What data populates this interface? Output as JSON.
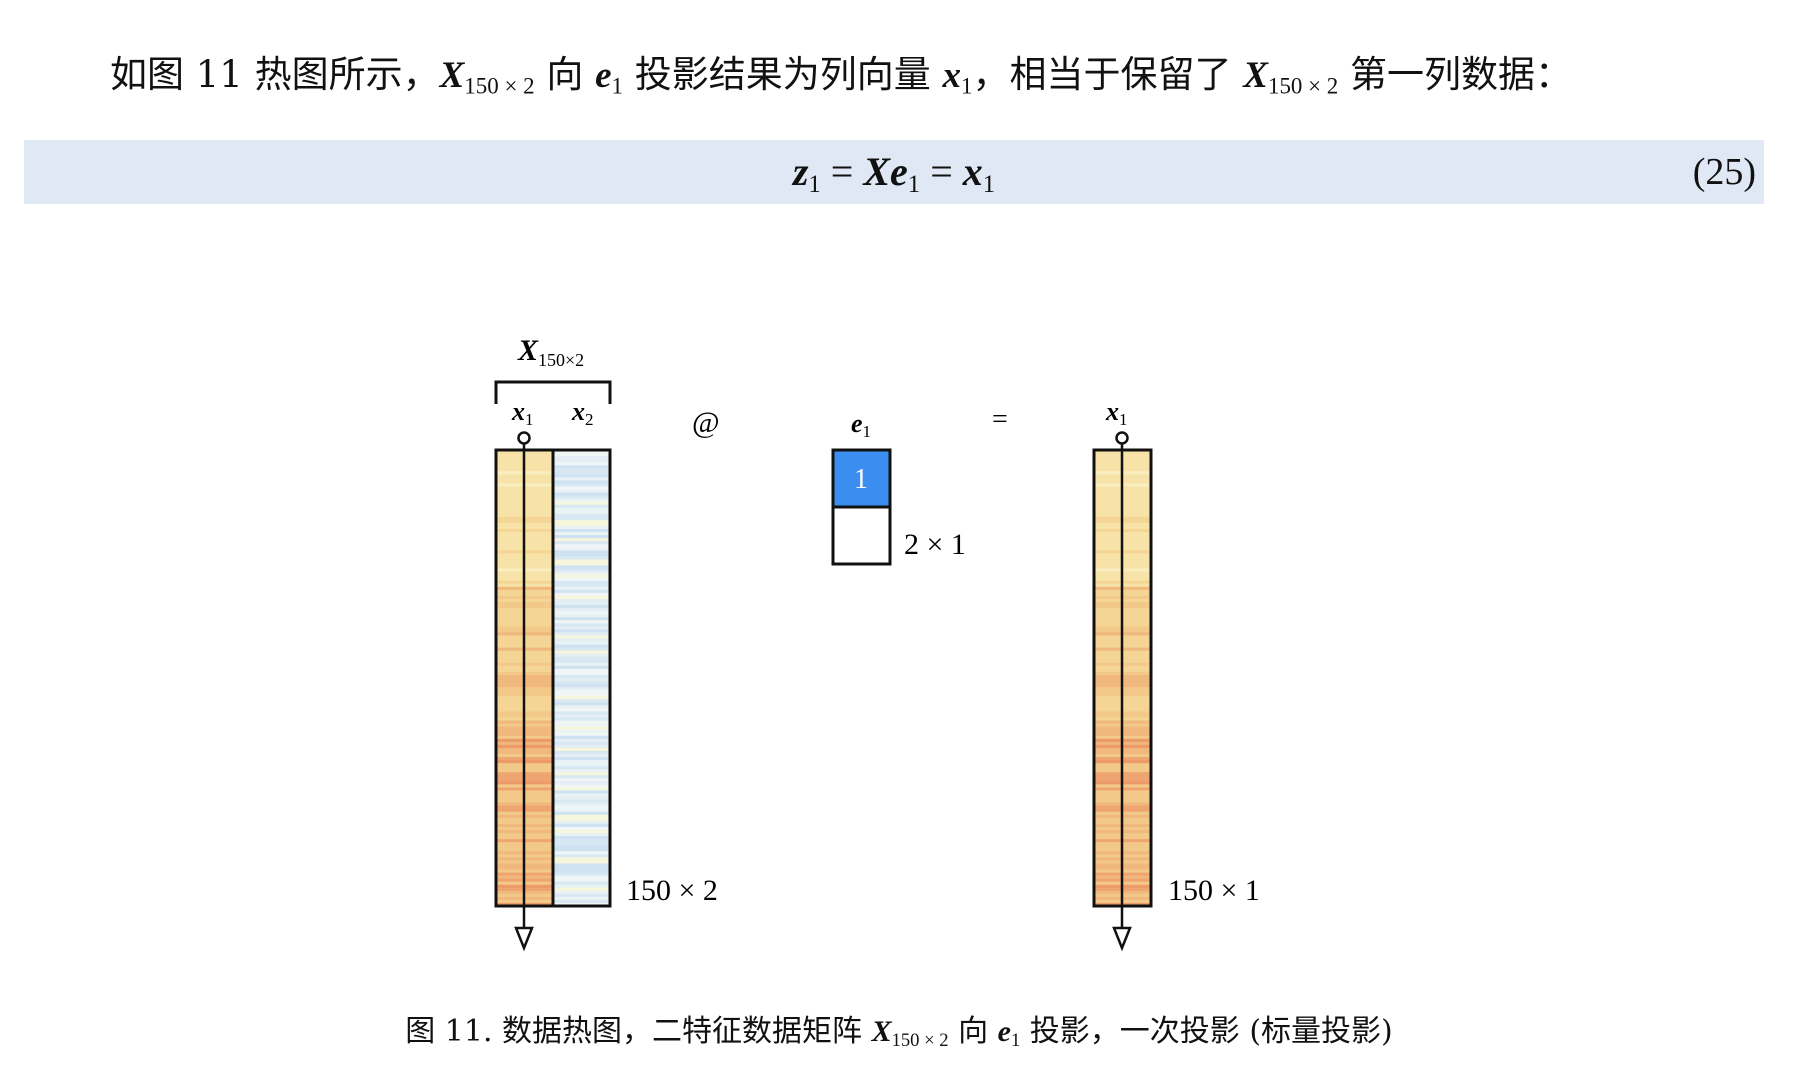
{
  "intro": {
    "part1": "如图 11 热图所示，",
    "matrix_symbol": "X",
    "matrix_sub": "150 × 2",
    "part2": " 向 ",
    "vector_symbol": "e",
    "vector_sub": "1",
    "part3": " 投影结果为列向量 ",
    "col_symbol": "x",
    "col_sub": "1",
    "part4": "，相当于保留了 ",
    "part5": " 第一列数据："
  },
  "equation": {
    "lhs": "z",
    "lhs_sub": "1",
    "eq1": " = ",
    "mid": "Xe",
    "mid_sub": "1",
    "eq2": " = ",
    "rhs": "x",
    "rhs_sub": "1",
    "number": "(25)"
  },
  "figure": {
    "matrix_label": "X",
    "matrix_label_sub": "150×2",
    "col1_label": "x",
    "col1_sub": "1",
    "col2_label": "x",
    "col2_sub": "2",
    "matmul_operator": "@",
    "vector_label": "e",
    "vector_sub": "1",
    "vector_value": "1",
    "vector_shape": "2 × 1",
    "equals": "=",
    "result_label": "x",
    "result_sub": "1",
    "matrix_shape": "150 × 2",
    "result_shape": "150 × 1",
    "colors": {
      "warm_heat": "#f5d9a0",
      "cool_heat": "#dceaf4",
      "vector_fill": "#3b8ef0",
      "equation_band": "#dfe8f4"
    }
  },
  "caption": {
    "part1": "图 11. 数据热图，二特征数据矩阵 ",
    "matrix_symbol": "X",
    "matrix_sub": "150 × 2",
    "part2": " 向 ",
    "vector_symbol": "e",
    "vector_sub": "1",
    "part3": " 投影，一次投影 (标量投影)"
  }
}
